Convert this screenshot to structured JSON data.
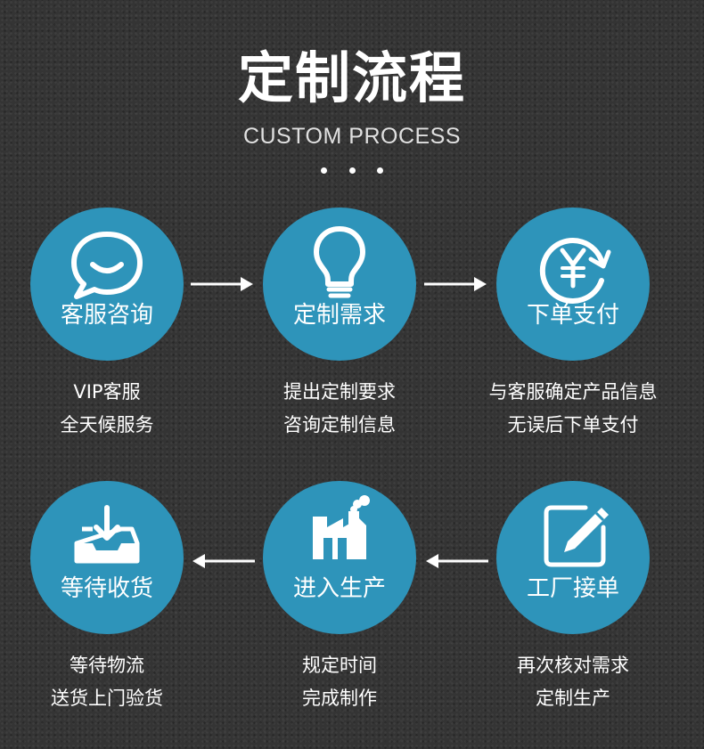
{
  "header": {
    "title": "定制流程",
    "subtitle": "CUSTOM PROCESS"
  },
  "colors": {
    "circle": "#2e94ba",
    "background": "#343434",
    "text": "#ffffff"
  },
  "steps": [
    {
      "label": "客服咨询",
      "icon": "chat-bubble-icon",
      "desc_line1": "VIP客服",
      "desc_line2": "全天候服务"
    },
    {
      "label": "定制需求",
      "icon": "lightbulb-icon",
      "desc_line1": "提出定制要求",
      "desc_line2": "咨询定制信息"
    },
    {
      "label": "下单支付",
      "icon": "yen-refresh-icon",
      "desc_line1": "与客服确定产品信息",
      "desc_line2": "无误后下单支付"
    },
    {
      "label": "工厂接单",
      "icon": "pencil-edit-icon",
      "desc_line1": "再次核对需求",
      "desc_line2": "定制生产"
    },
    {
      "label": "进入生产",
      "icon": "factory-icon",
      "desc_line1": "规定时间",
      "desc_line2": "完成制作"
    },
    {
      "label": "等待收货",
      "icon": "inbox-download-icon",
      "desc_line1": "等待物流",
      "desc_line2": "送货上门验货"
    }
  ]
}
